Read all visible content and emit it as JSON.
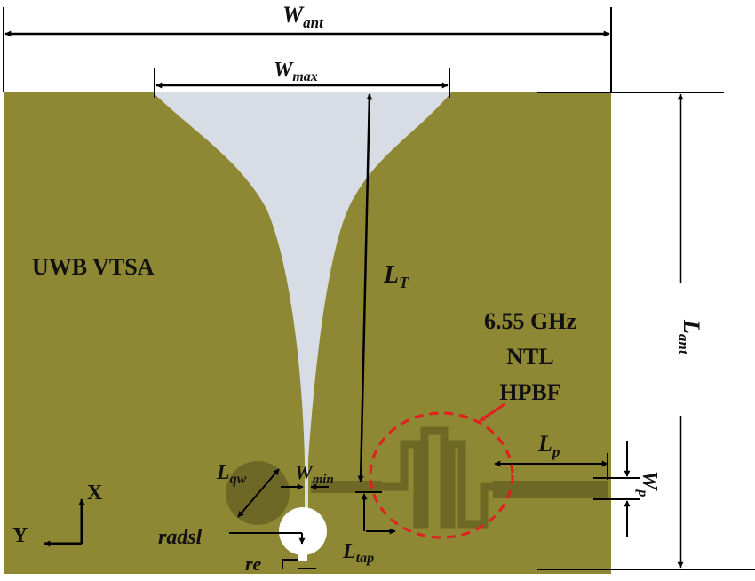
{
  "colors": {
    "substrate": "#8E8733",
    "slot": "#D8DCE4",
    "annotation": "#000000",
    "filter_circle": "#E02020"
  },
  "labels": {
    "antenna_name": "UWB VTSA",
    "filter_line1": "6.55 GHz",
    "filter_line2": "NTL",
    "filter_line3": "HPBF"
  },
  "dims": {
    "w_ant": {
      "main": "W",
      "sub": "ant"
    },
    "w_max": {
      "main": "W",
      "sub": "max"
    },
    "l_t": {
      "main": "L",
      "sub": "T"
    },
    "l_ant": {
      "main": "L",
      "sub": "ant"
    },
    "l_qw": {
      "main": "L",
      "sub": "qw"
    },
    "w_min": {
      "main": "W",
      "sub": "min"
    },
    "l_p": {
      "main": "L",
      "sub": "p"
    },
    "w_p": {
      "main": "W",
      "sub": "p"
    },
    "l_tap": {
      "main": "L",
      "sub": "tap"
    },
    "radsl": "radsl",
    "re": "re"
  },
  "axes": {
    "x_label": "X",
    "y_label": "Y"
  },
  "icons": [
    "arrow-left-icon",
    "arrow-right-icon",
    "arrow-up-icon",
    "arrow-down-icon"
  ]
}
